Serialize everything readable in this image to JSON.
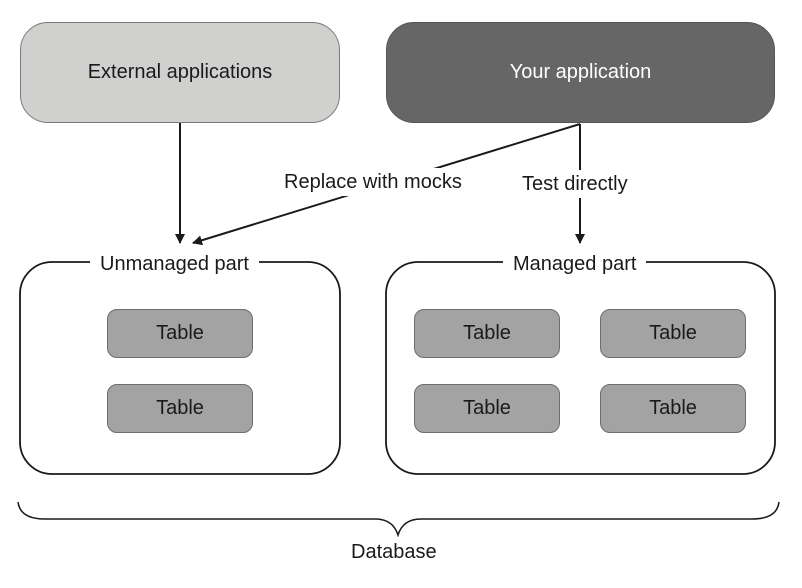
{
  "nodes": {
    "external": {
      "label": "External applications"
    },
    "your_application": {
      "label": "Your application"
    }
  },
  "edges": {
    "replace": {
      "label": "Replace with mocks"
    },
    "test": {
      "label": "Test directly"
    }
  },
  "groups": {
    "unmanaged": {
      "label": "Unmanaged part",
      "tables": [
        "Table",
        "Table"
      ]
    },
    "managed": {
      "label": "Managed part",
      "tables": [
        "Table",
        "Table",
        "Table",
        "Table"
      ]
    }
  },
  "database": {
    "label": "Database"
  },
  "colors": {
    "external_fill": "#d0d0cf",
    "your_app_fill": "#666666",
    "table_fill": "#a3a3a3",
    "line": "#1a1a1a"
  }
}
